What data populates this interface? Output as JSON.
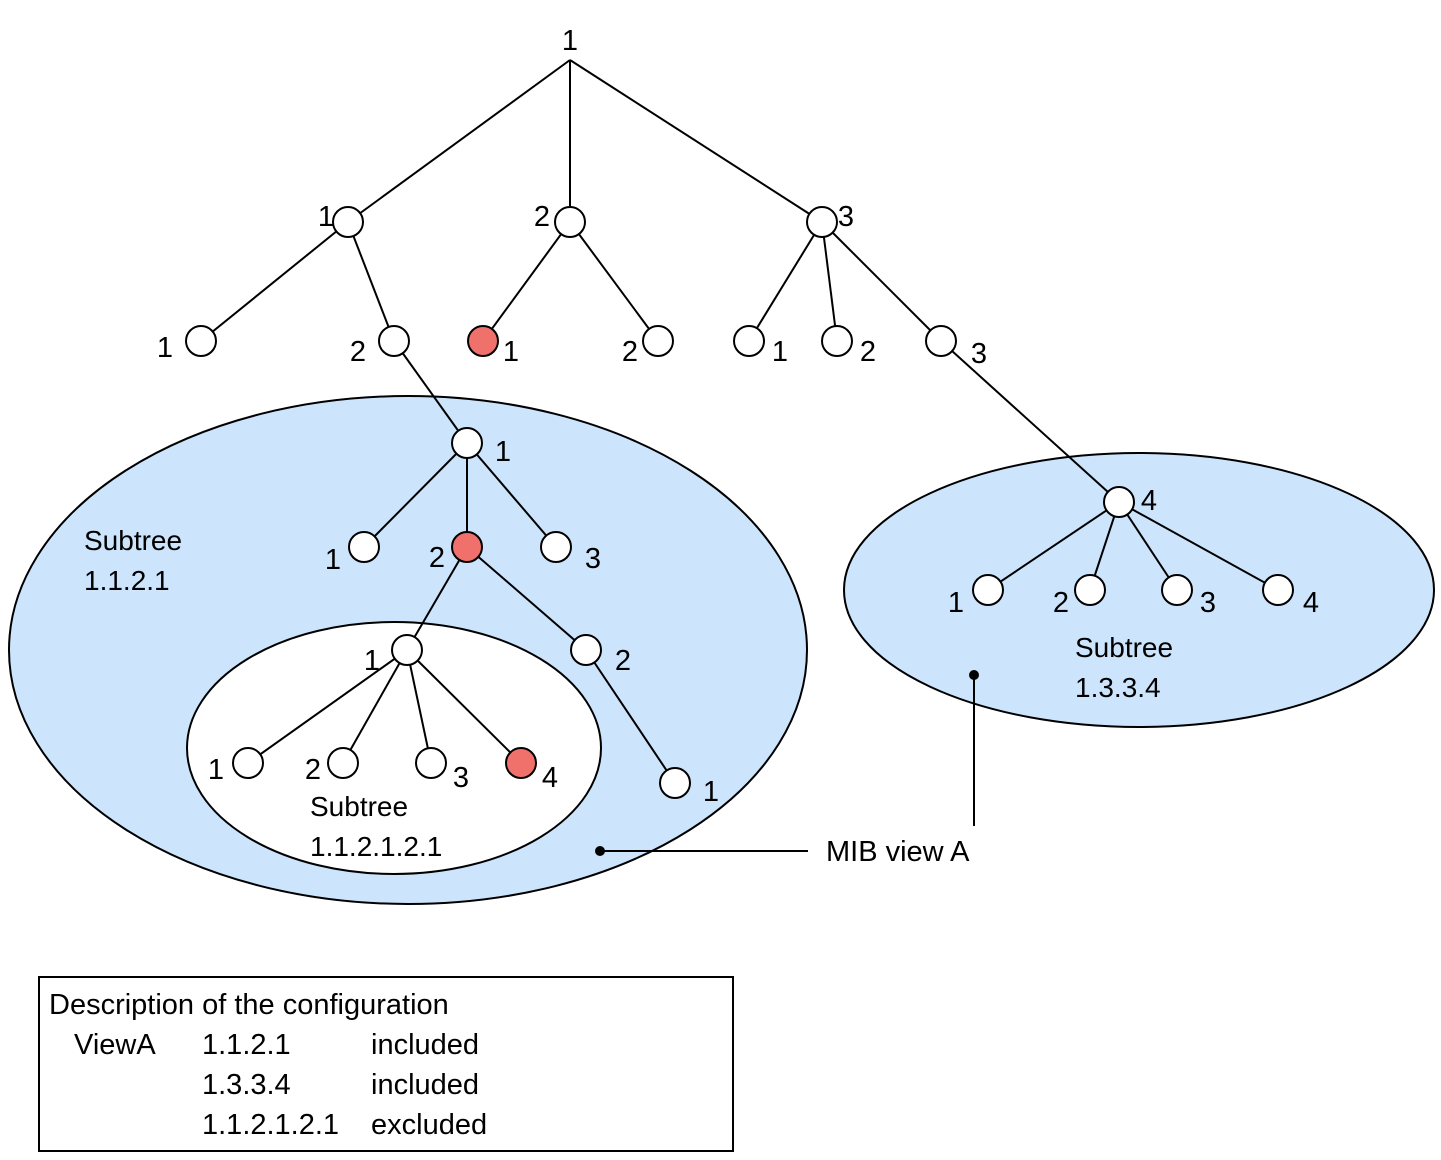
{
  "tree": {
    "nodes": [
      {
        "id": "root",
        "label": "1",
        "color": "none"
      },
      {
        "id": "n1",
        "label": "1",
        "color": "white"
      },
      {
        "id": "n2",
        "label": "2",
        "color": "white"
      },
      {
        "id": "n3",
        "label": "3",
        "color": "white"
      },
      {
        "id": "n1-1",
        "label": "1",
        "color": "white"
      },
      {
        "id": "n1-2",
        "label": "2",
        "color": "white"
      },
      {
        "id": "n2-1",
        "label": "1",
        "color": "red"
      },
      {
        "id": "n2-2",
        "label": "2",
        "color": "white"
      },
      {
        "id": "n3-1",
        "label": "1",
        "color": "white"
      },
      {
        "id": "n3-2",
        "label": "2",
        "color": "white"
      },
      {
        "id": "n3-3",
        "label": "3",
        "color": "white"
      },
      {
        "id": "n1-2-1",
        "label": "1",
        "color": "white"
      },
      {
        "id": "n1-2-1-1",
        "label": "1",
        "color": "white"
      },
      {
        "id": "n1-2-1-2",
        "label": "2",
        "color": "red"
      },
      {
        "id": "n1-2-1-3",
        "label": "3",
        "color": "white"
      },
      {
        "id": "n1-2-1-2-1",
        "label": "1",
        "color": "white"
      },
      {
        "id": "n1-2-1-2-2",
        "label": "2",
        "color": "white"
      },
      {
        "id": "n1-2-1-2-1-1",
        "label": "1",
        "color": "white"
      },
      {
        "id": "n1-2-1-2-1-2",
        "label": "2",
        "color": "white"
      },
      {
        "id": "n1-2-1-2-1-3",
        "label": "3",
        "color": "white"
      },
      {
        "id": "n1-2-1-2-1-4",
        "label": "4",
        "color": "red"
      },
      {
        "id": "n1-2-1-2-2-1",
        "label": "1",
        "color": "white"
      },
      {
        "id": "n3-3-4",
        "label": "4",
        "color": "white"
      },
      {
        "id": "n3-3-4-1",
        "label": "1",
        "color": "white"
      },
      {
        "id": "n3-3-4-2",
        "label": "2",
        "color": "white"
      },
      {
        "id": "n3-3-4-3",
        "label": "3",
        "color": "white"
      },
      {
        "id": "n3-3-4-4",
        "label": "4",
        "color": "white"
      }
    ],
    "edges": [
      [
        "root",
        "n1"
      ],
      [
        "root",
        "n2"
      ],
      [
        "root",
        "n3"
      ],
      [
        "n1",
        "n1-1"
      ],
      [
        "n1",
        "n1-2"
      ],
      [
        "n2",
        "n2-1"
      ],
      [
        "n2",
        "n2-2"
      ],
      [
        "n3",
        "n3-1"
      ],
      [
        "n3",
        "n3-2"
      ],
      [
        "n3",
        "n3-3"
      ],
      [
        "n1-2",
        "n1-2-1"
      ],
      [
        "n1-2-1",
        "n1-2-1-1"
      ],
      [
        "n1-2-1",
        "n1-2-1-2"
      ],
      [
        "n1-2-1",
        "n1-2-1-3"
      ],
      [
        "n1-2-1-2",
        "n1-2-1-2-1"
      ],
      [
        "n1-2-1-2",
        "n1-2-1-2-2"
      ],
      [
        "n1-2-1-2-1",
        "n1-2-1-2-1-1"
      ],
      [
        "n1-2-1-2-1",
        "n1-2-1-2-1-2"
      ],
      [
        "n1-2-1-2-1",
        "n1-2-1-2-1-3"
      ],
      [
        "n1-2-1-2-1",
        "n1-2-1-2-1-4"
      ],
      [
        "n1-2-1-2-2",
        "n1-2-1-2-2-1"
      ],
      [
        "n3-3",
        "n3-3-4"
      ],
      [
        "n3-3-4",
        "n3-3-4-1"
      ],
      [
        "n3-3-4",
        "n3-3-4-2"
      ],
      [
        "n3-3-4",
        "n3-3-4-3"
      ],
      [
        "n3-3-4",
        "n3-3-4-4"
      ]
    ]
  },
  "regions": [
    {
      "id": "subtree-1-1-2-1",
      "title": "Subtree",
      "oid": "1.1.2.1",
      "fill": "#cce4fc"
    },
    {
      "id": "subtree-1-1-2-1-2-1",
      "title": "Subtree",
      "oid": "1.1.2.1.2.1",
      "fill": "#ffffff"
    },
    {
      "id": "subtree-1-3-3-4",
      "title": "Subtree",
      "oid": "1.3.3.4",
      "fill": "#cce4fc"
    }
  ],
  "callout": {
    "label": "MIB view A"
  },
  "colors": {
    "red_node": "#f0706c",
    "white_node": "#ffffff",
    "subtree_fill": "#cce4fc",
    "line": "#000000"
  },
  "config": {
    "title": "Description of the configuration",
    "rows": [
      {
        "view": "ViewA",
        "oid": "1.1.2.1",
        "status": "included"
      },
      {
        "view": "",
        "oid": "1.3.3.4",
        "status": "included"
      },
      {
        "view": "",
        "oid": "1.1.2.1.2.1",
        "status": "excluded"
      }
    ]
  }
}
